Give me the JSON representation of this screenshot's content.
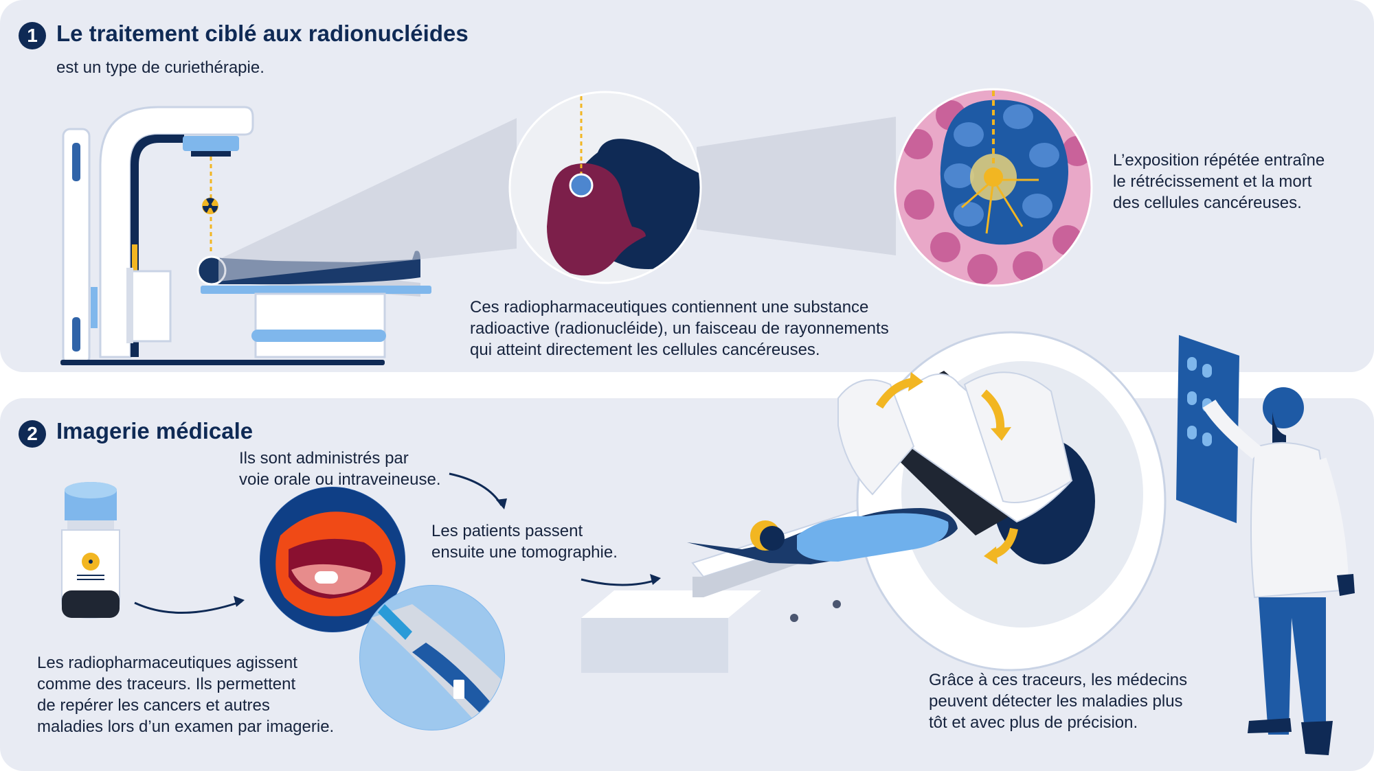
{
  "section1": {
    "number": "1",
    "title": "Le traitement ciblé aux radionucléides",
    "subtitle": "est un type de curiethérapie.",
    "caption_center": "Ces radiopharmaceutiques contiennent une substance\nradioactive (radionucléide), un faisceau de rayonnements\nqui atteint directement les cellules cancéreuses.",
    "caption_right": "L’exposition répétée entraîne\nle rétrécissement et la mort\ndes cellules cancéreuses."
  },
  "section2": {
    "number": "2",
    "title": "Imagerie médicale",
    "caption_admin": "Ils sont administrés par\nvoie orale ou intraveineuse.",
    "caption_tomo": "Les patients passent\nensuite une tomographie.",
    "caption_tracers": "Les radiopharmaceutiques agissent\ncomme des traceurs. Ils permettent\nde repérer les cancers et autres\nmaladies lors d’un examen par imagerie.",
    "caption_detect": "Grâce à ces traceurs, les médecins\npeuvent détecter les maladies plus\ntôt et avec plus de précision."
  },
  "colors": {
    "panel": "#e8ebf3",
    "navy": "#0f2a55",
    "blue": "#2f73c7",
    "light_blue": "#7fb7ec",
    "yellow": "#f2b622",
    "pink": "#e9a8c8",
    "lip_red": "#f04a16"
  },
  "icons": [
    "radiation-icon",
    "arrow-icon",
    "rotation-arrow-icon"
  ]
}
